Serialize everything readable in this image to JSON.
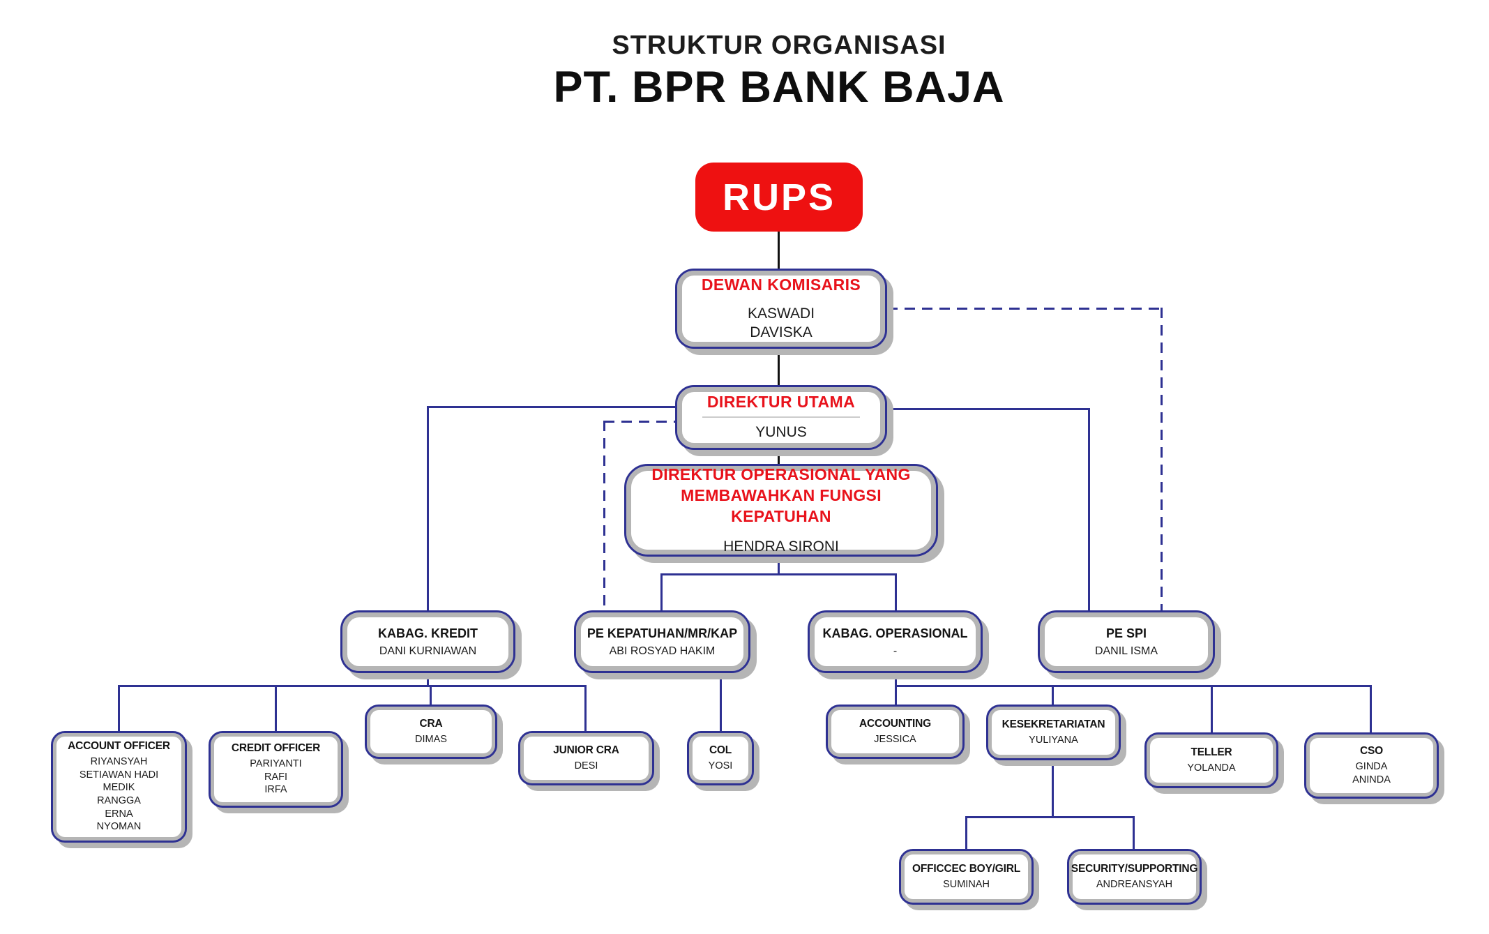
{
  "page_title": {
    "line1": "STRUKTUR ORGANISASI",
    "line2": "PT. BPR BANK BAJA"
  },
  "colors": {
    "accent_red": "#EE1111",
    "navy_blue": "#2E3192",
    "shadow_gray": "#B5B5B5",
    "divider_gray": "#CCCCCC",
    "black_line": "#111111"
  },
  "org": {
    "rups": {
      "title": "RUPS"
    },
    "dewan_komisaris": {
      "title": "DEWAN KOMISARIS",
      "members": [
        "KASWADI",
        "DAVISKA"
      ]
    },
    "direktur_utama": {
      "title": "DIREKTUR UTAMA",
      "members": [
        "YUNUS"
      ]
    },
    "direktur_operasional": {
      "title": "DIREKTUR OPERASIONAL YANG MEMBAWAHKAN FUNGSI KEPATUHAN",
      "members": [
        "HENDRA SIRONI"
      ]
    },
    "kabag_kredit": {
      "title": "KABAG. KREDIT",
      "members": [
        "DANI KURNIAWAN"
      ]
    },
    "pe_kepatuhan": {
      "title": "PE KEPATUHAN/MR/KAP",
      "members": [
        "ABI ROSYAD HAKIM"
      ]
    },
    "kabag_operasional": {
      "title": "KABAG. OPERASIONAL",
      "members": [
        "-"
      ]
    },
    "pe_spi": {
      "title": "PE SPI",
      "members": [
        "DANIL ISMA"
      ]
    },
    "account_officer": {
      "title": "ACCOUNT OFFICER",
      "members": [
        "RIYANSYAH",
        "SETIAWAN HADI",
        "MEDIK",
        "RANGGA",
        "ERNA",
        "NYOMAN"
      ]
    },
    "credit_officer": {
      "title": "CREDIT OFFICER",
      "members": [
        "PARIYANTI",
        "RAFI",
        "IRFA"
      ]
    },
    "cra": {
      "title": "CRA",
      "members": [
        "DIMAS"
      ]
    },
    "junior_cra": {
      "title": "JUNIOR CRA",
      "members": [
        "DESI"
      ]
    },
    "col": {
      "title": "COL",
      "members": [
        "YOSI"
      ]
    },
    "accounting": {
      "title": "ACCOUNTING",
      "members": [
        "JESSICA"
      ]
    },
    "kesekretariatan": {
      "title": "KESEKRETARIATAN",
      "members": [
        "YULIYANA"
      ]
    },
    "teller": {
      "title": "TELLER",
      "members": [
        "YOLANDA"
      ]
    },
    "cso": {
      "title": "CSO",
      "members": [
        "GINDA",
        "ANINDA"
      ]
    },
    "officcec_boy_girl": {
      "title": "OFFICCEC BOY/GIRL",
      "members": [
        "SUMINAH"
      ]
    },
    "security_supporting": {
      "title": "SECURITY/SUPPORTING",
      "members": [
        "ANDREANSYAH"
      ]
    }
  }
}
